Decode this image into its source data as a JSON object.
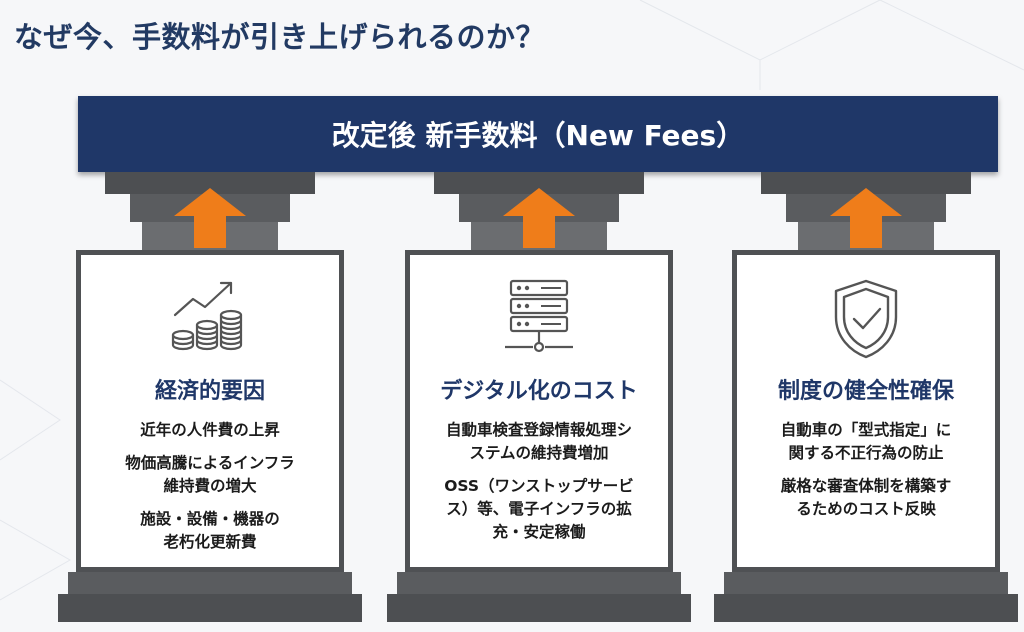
{
  "title": "なぜ今、手数料が引き上げられるのか？",
  "banner": {
    "text": "改定後 新手数料（New Fees）"
  },
  "accent_colors": {
    "navy": "#1f3768",
    "arrow": "#ef7d1a",
    "stone": "#5a5c5f"
  },
  "pillars": [
    {
      "icon": "growth-coins-icon",
      "title": "経済的要因",
      "paragraphs": [
        "近年の人件費の上昇",
        "物価高騰によるインフラ\n維持費の増大",
        "施設・設備・機器の\n老朽化更新費"
      ]
    },
    {
      "icon": "server-icon",
      "title": "デジタル化のコスト",
      "paragraphs": [
        "自動車検査登録情報処理シ\nステムの維持費増加",
        "OSS（ワンストップサービ\nス）等、電子インフラの拡\n充・安定稼働"
      ]
    },
    {
      "icon": "shield-check-icon",
      "title": "制度の健全性確保",
      "paragraphs": [
        "自動車の「型式指定」に\n関する不正行為の防止",
        "厳格な審査体制を構築す\nるためのコスト反映"
      ]
    }
  ]
}
